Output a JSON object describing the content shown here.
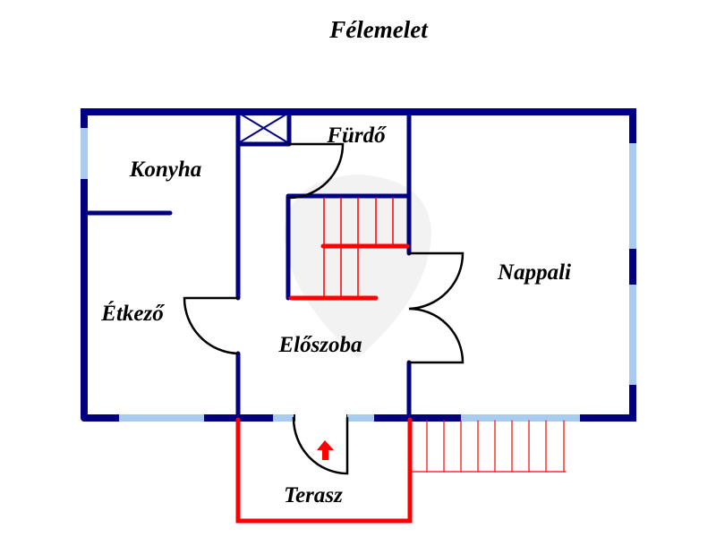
{
  "title": "Félemelet",
  "rooms": {
    "konyha": "Konyha",
    "furdo": "Fürdő",
    "etkezo": "Étkező",
    "eloszoba": "Előszoba",
    "nappali": "Nappali",
    "terasz": "Terasz"
  },
  "colors": {
    "wall": "#000080",
    "window": "#a8ccef",
    "stairs": "#ff0000",
    "door": "#000000"
  }
}
